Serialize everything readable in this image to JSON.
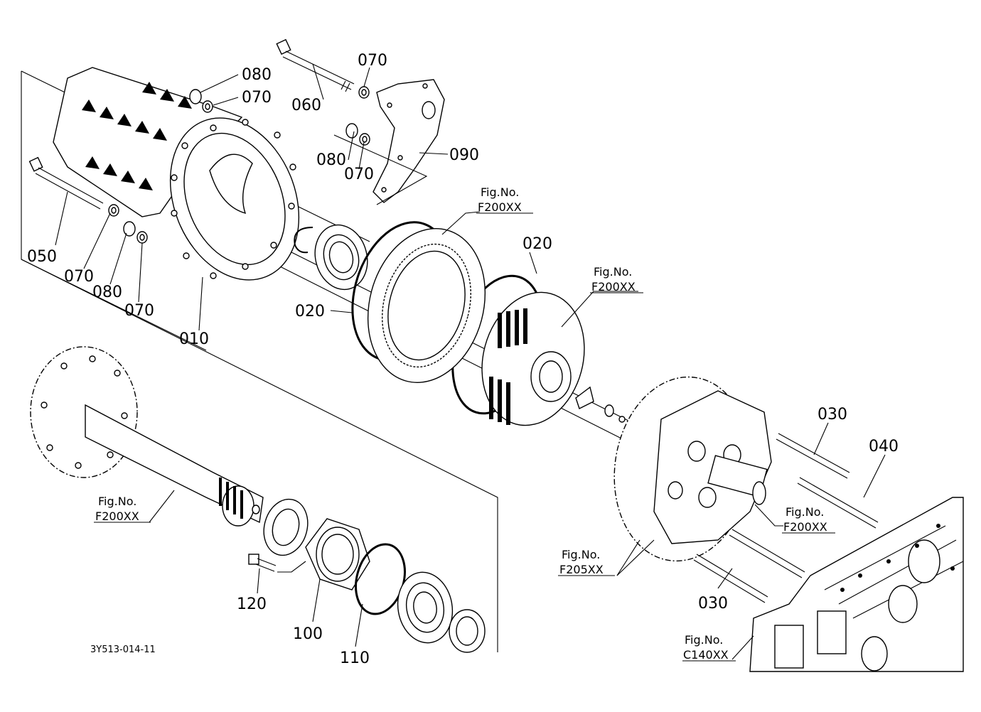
{
  "diagram_code": "3Y513-014-11",
  "callouts": {
    "p010": "010",
    "p020a": "020",
    "p020b": "020",
    "p030a": "030",
    "p030b": "030",
    "p040": "040",
    "p050": "050",
    "p060": "060",
    "p070a": "070",
    "p070b": "070",
    "p070c": "070",
    "p070d": "070",
    "p070e": "070",
    "p080a": "080",
    "p080b": "080",
    "p080c": "080",
    "p090": "090",
    "p100": "100",
    "p110": "110",
    "p120": "120"
  },
  "fig_refs": {
    "fig_label": "Fig.No.",
    "ring_gear": "F200XX",
    "carrier": "F200XX",
    "axle": "F200XX",
    "shaft": "F200XX",
    "housing": "F205XX",
    "transmission": "C140XX"
  }
}
